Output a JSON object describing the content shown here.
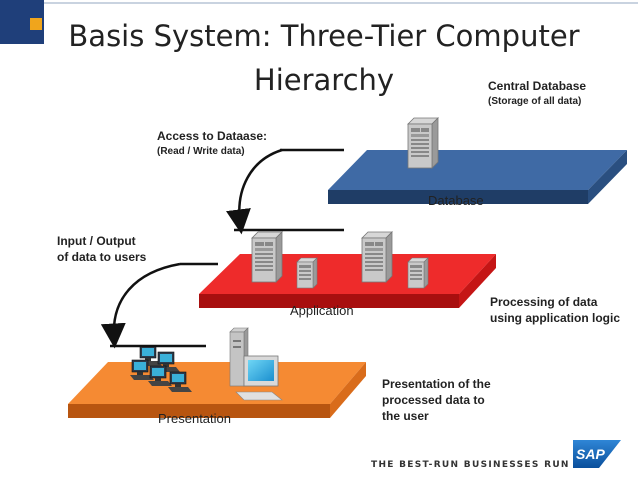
{
  "title": {
    "line1": "Basis System: Three-Tier Computer",
    "line2": "Hierarchy"
  },
  "labels": {
    "central_db": {
      "line1": "Central Database",
      "line2": "(Storage of all data)"
    },
    "access": {
      "line1": "Access to Dataase:",
      "line2": "(Read / Write data)"
    },
    "io": {
      "line1": "Input / Output",
      "line2": "of data to users"
    },
    "processing": {
      "line1": "Processing of data",
      "line2": "using application logic"
    },
    "presentation_desc": {
      "line1": "Presentation of the",
      "line2": "processed data to",
      "line3": "the user"
    }
  },
  "layers": {
    "database": "Database",
    "application": "Application",
    "presentation": "Presentation"
  },
  "colors": {
    "database": "#2a4a7a",
    "application": "#e81c1c",
    "presentation": "#f07b22"
  },
  "footer": {
    "tagline": "THE BEST-RUN BUSINESSES RUN SAP",
    "logo": "SAP"
  }
}
